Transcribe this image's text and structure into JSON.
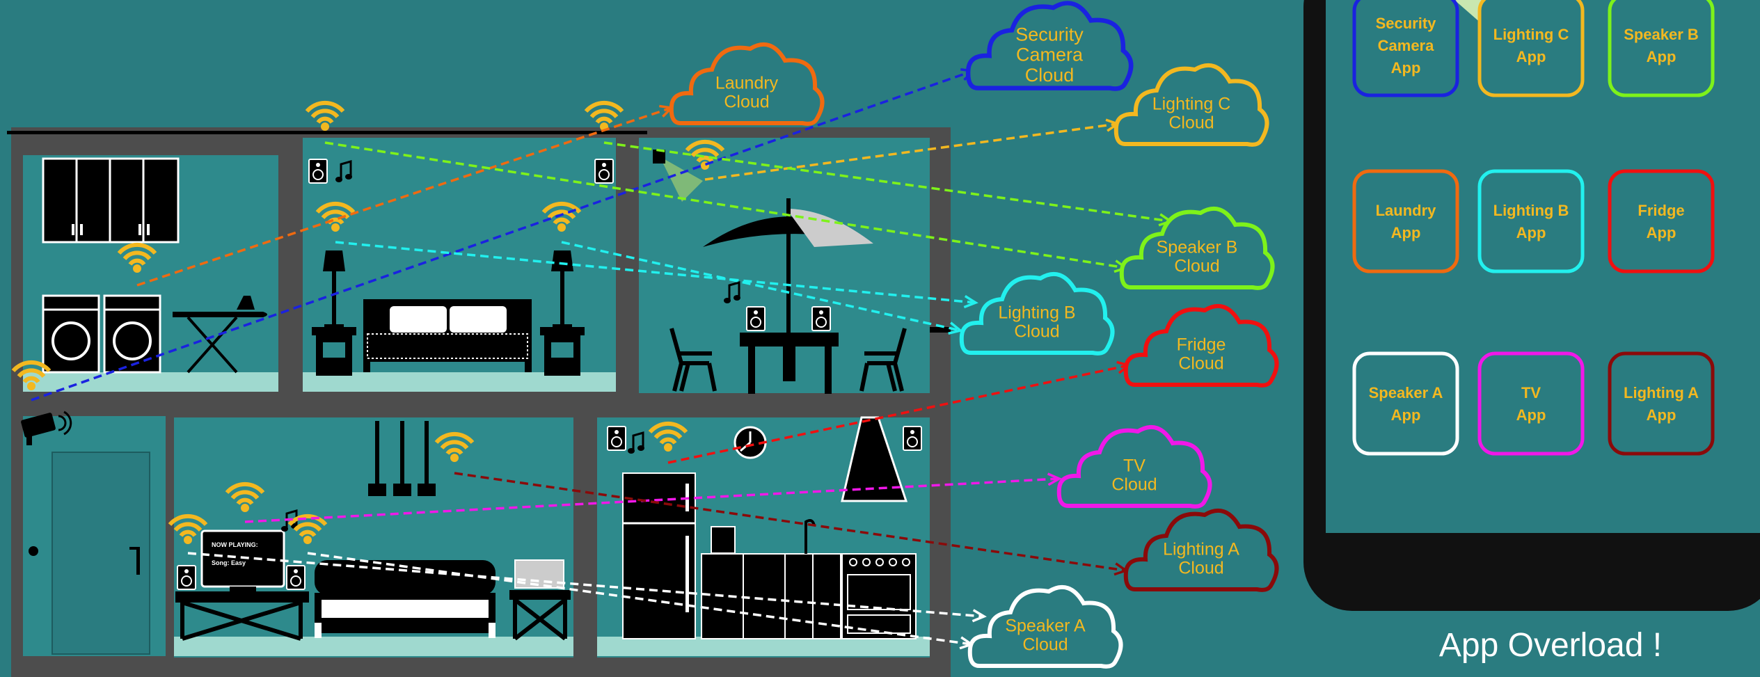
{
  "colors": {
    "background": "#2a7c80",
    "house_wall": "#4d4d4d",
    "room": "#2e8a8c",
    "floor": "#9fd9cf",
    "wifi": "#f3b820",
    "label": "#f3b820"
  },
  "clouds": [
    {
      "id": "security-camera",
      "lines": [
        "Security",
        "Camera",
        "Cloud"
      ],
      "color": "#1a22e0"
    },
    {
      "id": "laundry",
      "lines": [
        "Laundry",
        "Cloud"
      ],
      "color": "#f06a10"
    },
    {
      "id": "lighting-c",
      "lines": [
        "Lighting C",
        "Cloud"
      ],
      "color": "#f3b820"
    },
    {
      "id": "speaker-b",
      "lines": [
        "Speaker B",
        "Cloud"
      ],
      "color": "#7ef21a"
    },
    {
      "id": "lighting-b",
      "lines": [
        "Lighting B",
        "Cloud"
      ],
      "color": "#22f0ee"
    },
    {
      "id": "fridge",
      "lines": [
        "Fridge",
        "Cloud"
      ],
      "color": "#f01010"
    },
    {
      "id": "tv",
      "lines": [
        "TV",
        "Cloud"
      ],
      "color": "#f018e8"
    },
    {
      "id": "lighting-a",
      "lines": [
        "Lighting A",
        "Cloud"
      ],
      "color": "#8a0a0a"
    },
    {
      "id": "speaker-a",
      "lines": [
        "Speaker A",
        "Cloud"
      ],
      "color": "#ffffff"
    }
  ],
  "apps": [
    {
      "id": "security-camera",
      "lines": [
        "Security",
        "Camera",
        "App"
      ],
      "color": "#1a22e0"
    },
    {
      "id": "lighting-c",
      "lines": [
        "Lighting C",
        "App"
      ],
      "color": "#f3b820"
    },
    {
      "id": "speaker-b",
      "lines": [
        "Speaker B",
        "App"
      ],
      "color": "#7ef21a"
    },
    {
      "id": "laundry",
      "lines": [
        "Laundry",
        "App"
      ],
      "color": "#f06a10"
    },
    {
      "id": "lighting-b",
      "lines": [
        "Lighting B",
        "App"
      ],
      "color": "#22f0ee"
    },
    {
      "id": "fridge",
      "lines": [
        "Fridge",
        "App"
      ],
      "color": "#f01010"
    },
    {
      "id": "speaker-a",
      "lines": [
        "Speaker A",
        "App"
      ],
      "color": "#ffffff"
    },
    {
      "id": "tv",
      "lines": [
        "TV",
        "App"
      ],
      "color": "#f018e8"
    },
    {
      "id": "lighting-a",
      "lines": [
        "Lighting A",
        "App"
      ],
      "color": "#8a0a0a"
    }
  ],
  "tv_screen": {
    "now_playing": "NOW PLAYING:",
    "song": "Song: Easy"
  },
  "caption": "App Overload !"
}
